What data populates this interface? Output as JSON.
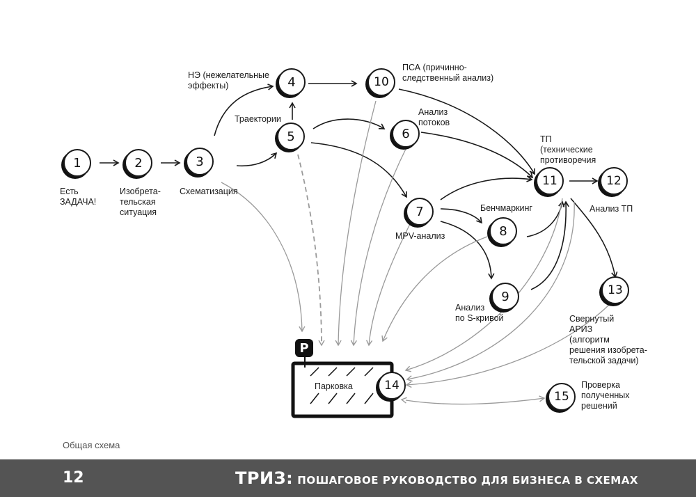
{
  "nodes": [
    {
      "id": "1",
      "label": "Есть\nЗАДАЧА!"
    },
    {
      "id": "2",
      "label": "Изобрета-\nтельская\nситуация"
    },
    {
      "id": "3",
      "label": "Схематизация"
    },
    {
      "id": "4",
      "label": "НЭ (нежелательные\nэффекты)"
    },
    {
      "id": "5",
      "label": "Траектории"
    },
    {
      "id": "6",
      "label": "Анализ\nпотоков"
    },
    {
      "id": "7",
      "label": "MPV-анализ"
    },
    {
      "id": "8",
      "label": "Бенчмаркинг"
    },
    {
      "id": "9",
      "label": "Анализ\nпо S-кривой"
    },
    {
      "id": "10",
      "label": "ПСА (причинно-\nследственный анализ)"
    },
    {
      "id": "11",
      "label": "ТП\n(технические\nпротиворечия"
    },
    {
      "id": "12",
      "label": "Анализ ТП"
    },
    {
      "id": "13",
      "label": "Свернутый\nАРИЗ\n(алгоритм\nрешения изобрета-\nтельской задачи)"
    },
    {
      "id": "14",
      "label": ""
    },
    {
      "id": "15",
      "label": "Проверка\nполученных\nрешений"
    }
  ],
  "parking": {
    "sign": "P",
    "label": "Парковка"
  },
  "caption": "Общая схема",
  "footer": {
    "page_number": "12",
    "title_main": "ТРИЗ:",
    "title_rest": "пошаговое руководство для бизнеса в схемах"
  },
  "colors": {
    "ink": "#1a1a1a",
    "gray_line": "#9a9a9a",
    "footer_bg": "#545454"
  }
}
